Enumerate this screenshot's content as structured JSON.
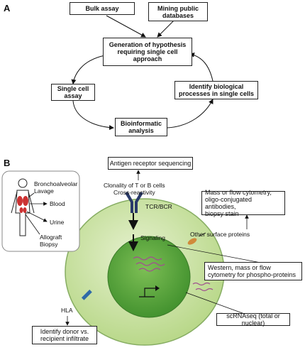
{
  "panel_a": {
    "letter": "A",
    "bulk_assay": "Bulk assay",
    "mining": "Mining public databases",
    "hypothesis": "Generation of hypothesis requiring single cell approach",
    "single_cell_assay": "Single cell assay",
    "identify_processes": "Identify biological processes in single cells",
    "bioinformatic": "Bioinformatic analysis"
  },
  "panel_b": {
    "letter": "B",
    "antigen_receptor": "Antigen receptor sequencing",
    "clonality": "Clonality of T or B cells\nCross-reactivity",
    "tcr_bcr": "TCR/BCR",
    "mass_flow": "Mass or flow cytometry,\noligo-conjugated antibodies,\nbiopsy stain",
    "other_surface": "Other surface proteins",
    "signaling": "Signaling",
    "western": "Western, mass or flow\ncytometry for phospho-proteins",
    "scrnaseq": "scRNAseq (total or nuclear)",
    "hla": "HLA",
    "identify_donor": "Identify donor vs.\nrecipient infiltrate",
    "samples": {
      "bronchoalveolar": "Bronchoalveolar\nLavage",
      "blood": "Blood",
      "urine": "Urine",
      "allograft": "Allograft\nBiopsy"
    }
  },
  "colors": {
    "cell_outer": "#c8df9c",
    "cell_outer_edge": "#7fa55a",
    "nucleus": "#5aa43a",
    "rna": "#a0508f",
    "receptor": "#2a3a6a",
    "hla": "#2f6aa8",
    "surface_protein": "#d08a3a",
    "organs": "#cc3333"
  }
}
